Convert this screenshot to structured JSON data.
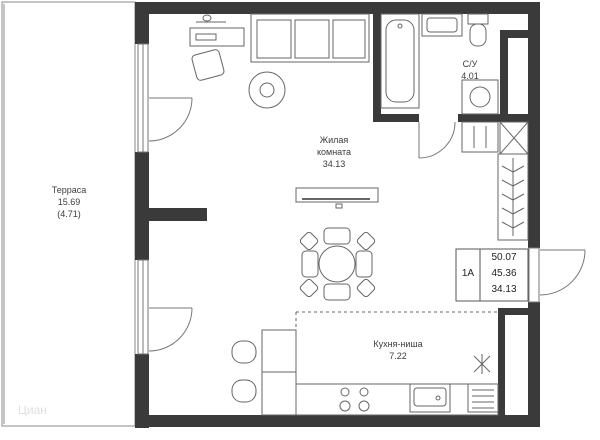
{
  "rooms": {
    "terrace": {
      "name": "Терраса",
      "area": "15.69",
      "reduced_area": "(4.71)"
    },
    "living": {
      "name_line1": "Жилая",
      "name_line2": "комната",
      "area": "34.13"
    },
    "bathroom": {
      "name": "С/У",
      "area": "4.01"
    },
    "kitchen": {
      "name": "Кухня-ниша",
      "area": "7.22"
    }
  },
  "apartment": {
    "type": "1А",
    "total_area": "50.07",
    "area_without_terrace": "45.36",
    "living_area": "34.13"
  },
  "colors": {
    "wall": "#3a3a3a",
    "line": "#555555",
    "accent": "#7a7a7a"
  },
  "watermark": "Циан"
}
